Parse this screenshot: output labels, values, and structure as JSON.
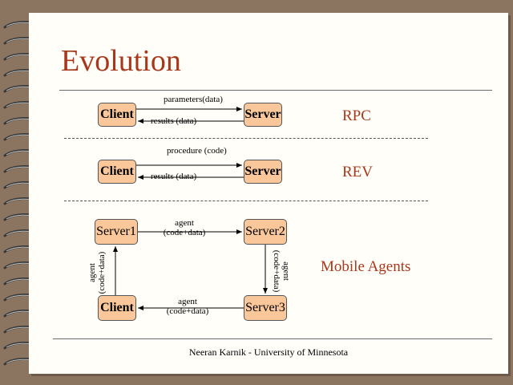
{
  "title": "Evolution",
  "rpc": {
    "client": "Client",
    "server": "Server",
    "request": "parameters(data)",
    "response": "results (data)",
    "label": "RPC"
  },
  "rev": {
    "client": "Client",
    "server": "Server",
    "request": "procedure (code)",
    "response": "results (data)",
    "label": "REV"
  },
  "mobile": {
    "server1": "Server1",
    "server2": "Server2",
    "server3": "Server3",
    "client": "Client",
    "top_arrow": "agent",
    "top_arrow_2": "(code+data)",
    "right_arrow": "agent",
    "right_arrow_2": "(code+data)",
    "bottom_arrow": "agent",
    "bottom_arrow_2": "(code+data)",
    "left_arrow": "agent",
    "left_arrow_2": "(code+data)",
    "label": "Mobile Agents"
  },
  "footer": "Neeran Karnik - University of Minnesota",
  "colors": {
    "accent": "#a8381c",
    "box_fill": "#f9c79a",
    "background": "#8c7560"
  }
}
